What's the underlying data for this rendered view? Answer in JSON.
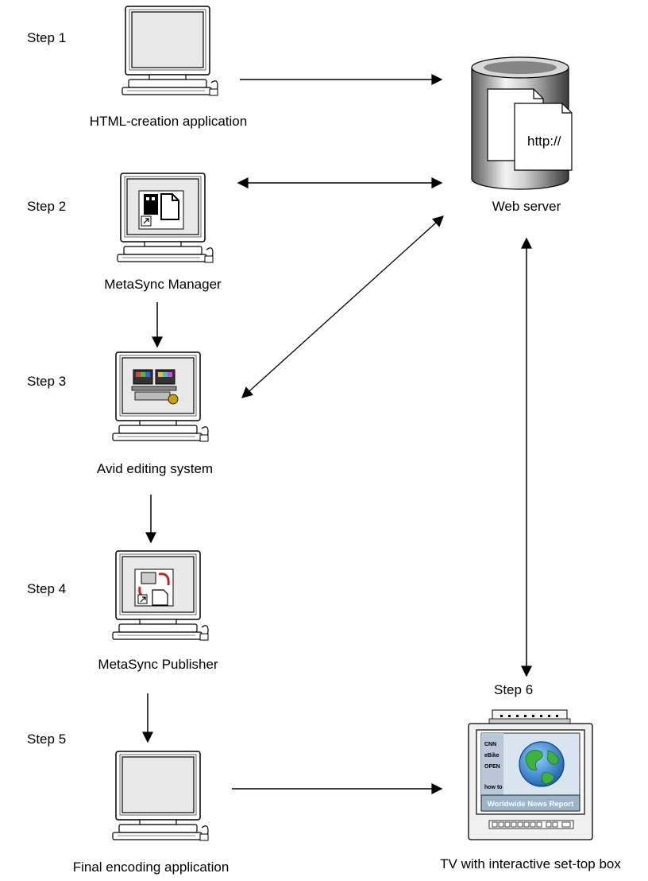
{
  "steps": [
    {
      "label": "Step 1",
      "caption": "HTML-creation application",
      "icon": "blank-screen-computer-icon"
    },
    {
      "label": "Step 2",
      "caption": "MetaSync Manager",
      "icon": "metasync-manager-computer-icon"
    },
    {
      "label": "Step 3",
      "caption": "Avid editing system",
      "icon": "avid-editing-computer-icon"
    },
    {
      "label": "Step 4",
      "caption": "MetaSync Publisher",
      "icon": "metasync-publisher-computer-icon"
    },
    {
      "label": "Step 5",
      "caption": "Final encoding application",
      "icon": "blank-screen-computer-icon"
    },
    {
      "label": "Step 6",
      "caption": "TV with interactive set-top box",
      "icon": "tv-set-top-box-icon"
    }
  ],
  "web_server": {
    "caption": "Web server",
    "document_text": "http://",
    "icon": "web-server-database-icon"
  },
  "tv_screen": {
    "menu_items": [
      "CNN",
      "eBike",
      "OPEN",
      "how to"
    ],
    "banner": "Worldwide News Report"
  },
  "colors": {
    "line": "#000000",
    "screen_bg": "#e8e8e8",
    "cylinder_dark": "#4a4a4a",
    "cylinder_light": "#f2f2f2",
    "globe_blue": "#2a7fd4",
    "globe_green": "#3cb43c",
    "banner_bg": "#9cb4c8"
  }
}
